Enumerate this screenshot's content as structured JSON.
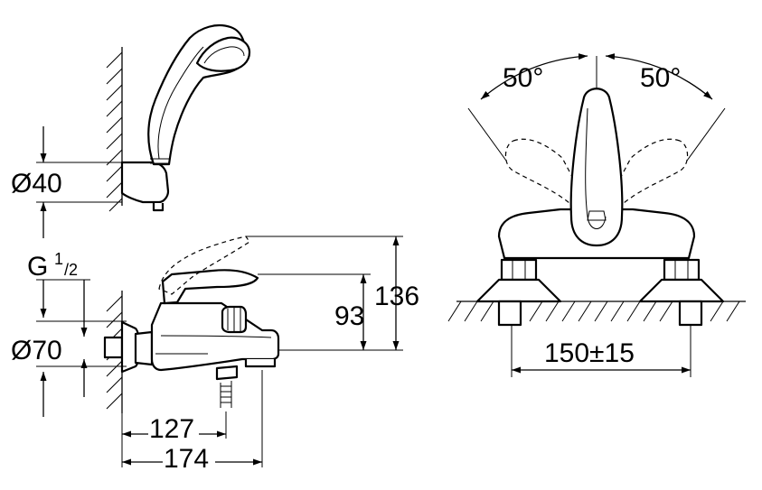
{
  "labels": {
    "shower_holder_diameter": "Ø40",
    "thread_size_main": "G ",
    "thread_size_numerator": "1",
    "thread_size_denominator": "/2",
    "flange_diameter": "Ø70",
    "spout_height": "93",
    "lever_height": "136",
    "wall_to_hose": "127",
    "wall_to_spout": "174",
    "lever_angle_left": "50°",
    "lever_angle_right": "50°",
    "center_distance": "150±15"
  }
}
